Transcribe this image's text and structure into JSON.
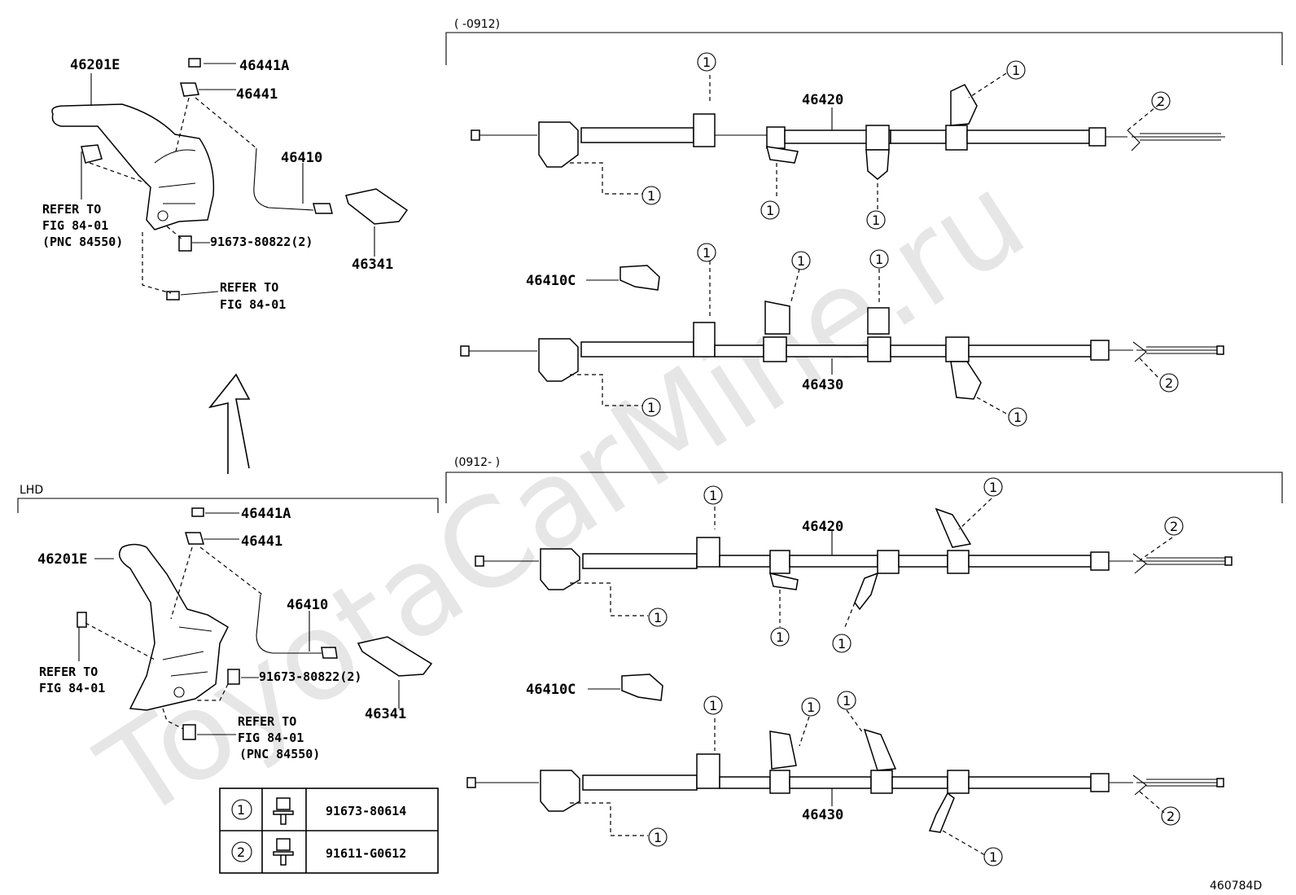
{
  "watermark": "ToyotaCarMine.ru",
  "diagram_id": "460784D",
  "sections": {
    "top_right_range": "(      -0912)",
    "bottom_right_range": "(0912-      )",
    "bottom_left_label": "LHD"
  },
  "top_left": {
    "lever": "46201E",
    "cap_a": "46441A",
    "cap": "46441",
    "cable": "46410",
    "equalizer": "46341",
    "bolt": "91673-80822(2)",
    "refer1_l1": "REFER TO",
    "refer1_l2": "FIG 84-01",
    "refer1_l3": "(PNC 84550)",
    "refer2_l1": "REFER TO",
    "refer2_l2": "FIG 84-01"
  },
  "bottom_left": {
    "lever": "46201E",
    "cap_a": "46441A",
    "cap": "46441",
    "cable": "46410",
    "equalizer": "46341",
    "bolt": "91673-80822(2)",
    "refer1_l1": "REFER TO",
    "refer1_l2": "FIG 84-01",
    "refer2_l1": "REFER TO",
    "refer2_l2": "FIG 84-01",
    "refer2_l3": "(PNC 84550)"
  },
  "cables": {
    "c1": "46420",
    "c2": "46430",
    "c3": "46420",
    "c4": "46430",
    "clip_a": "46410C",
    "clip_b": "46410C"
  },
  "callout_1": "1",
  "callout_2": "2",
  "legend": [
    {
      "key": "1",
      "part": "91673-80614"
    },
    {
      "key": "2",
      "part": "91611-G0612"
    }
  ]
}
